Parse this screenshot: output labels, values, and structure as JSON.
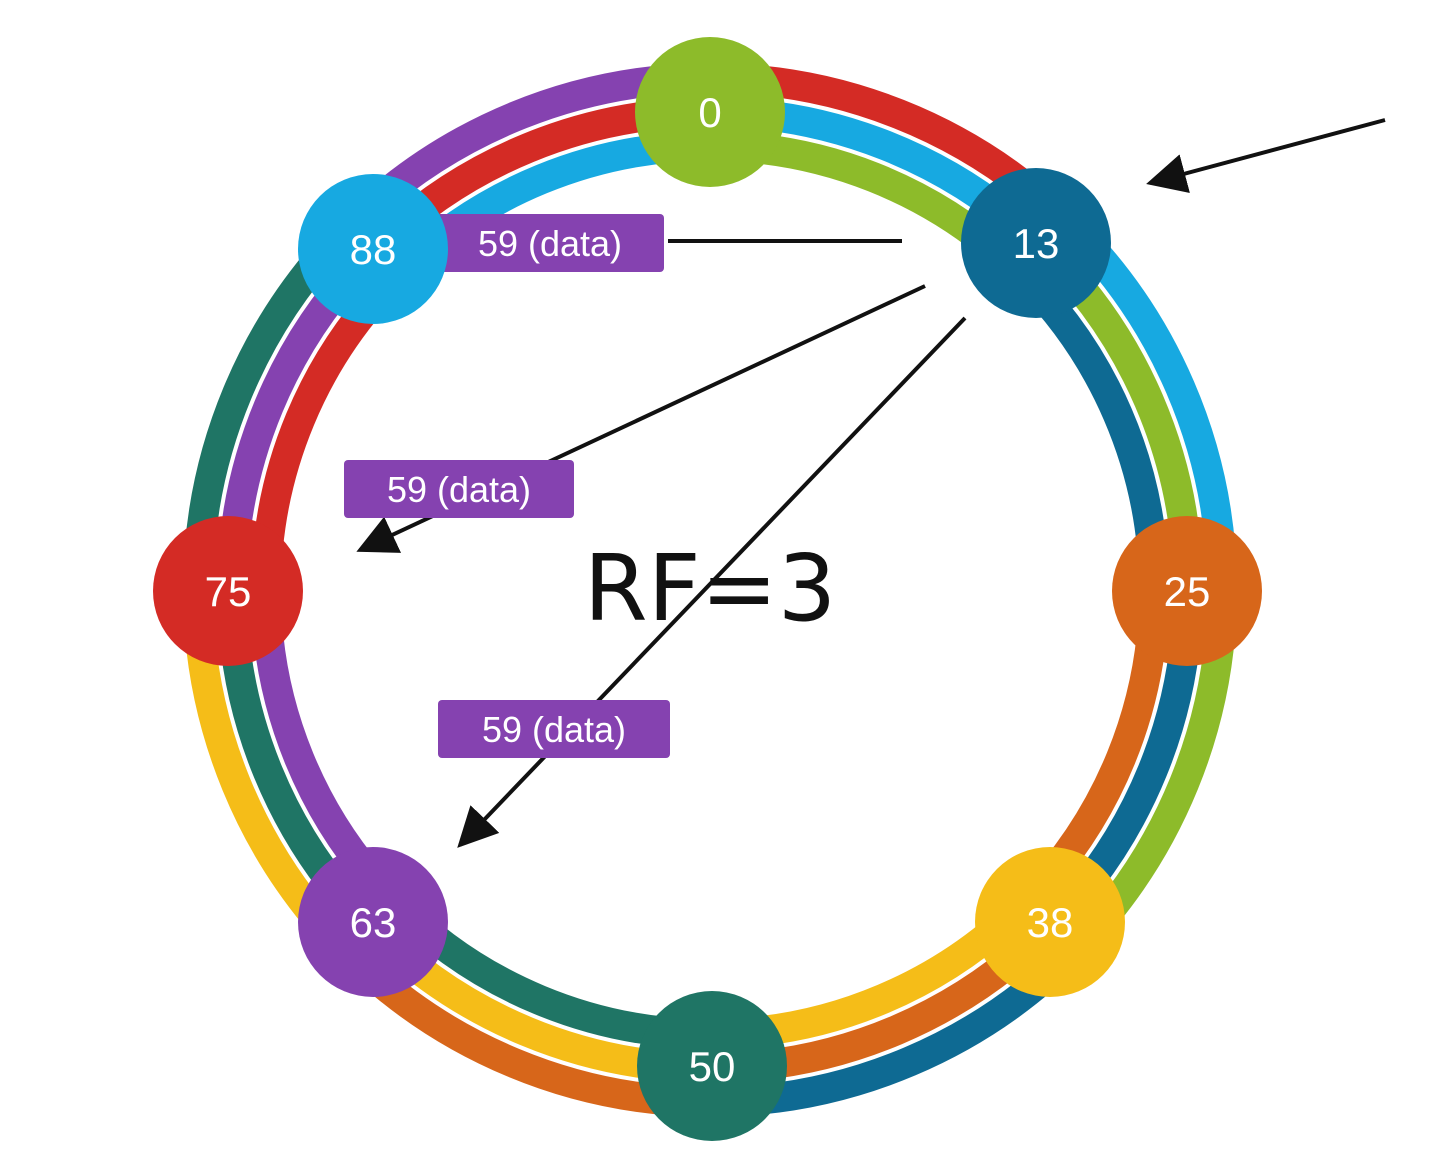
{
  "diagram": {
    "center_label": "RF=3",
    "colors": {
      "green": "#8dbb2a",
      "blue": "#17a9e1",
      "teal": "#0e6a93",
      "orange": "#d7661a",
      "yellow": "#f5bd18",
      "darkgreen": "#1f7565",
      "purple": "#8542b0",
      "red": "#d42b25",
      "tag": "#8542b0",
      "arrow": "#111111"
    },
    "nodes": [
      {
        "label": "0",
        "color": "green"
      },
      {
        "label": "13",
        "color": "teal"
      },
      {
        "label": "25",
        "color": "orange"
      },
      {
        "label": "38",
        "color": "yellow"
      },
      {
        "label": "50",
        "color": "darkgreen"
      },
      {
        "label": "63",
        "color": "purple"
      },
      {
        "label": "75",
        "color": "red"
      },
      {
        "label": "88",
        "color": "blue"
      }
    ],
    "replica_tags": [
      {
        "label": "59 (data)"
      },
      {
        "label": "59 (data)"
      },
      {
        "label": "59 (data)"
      }
    ]
  }
}
